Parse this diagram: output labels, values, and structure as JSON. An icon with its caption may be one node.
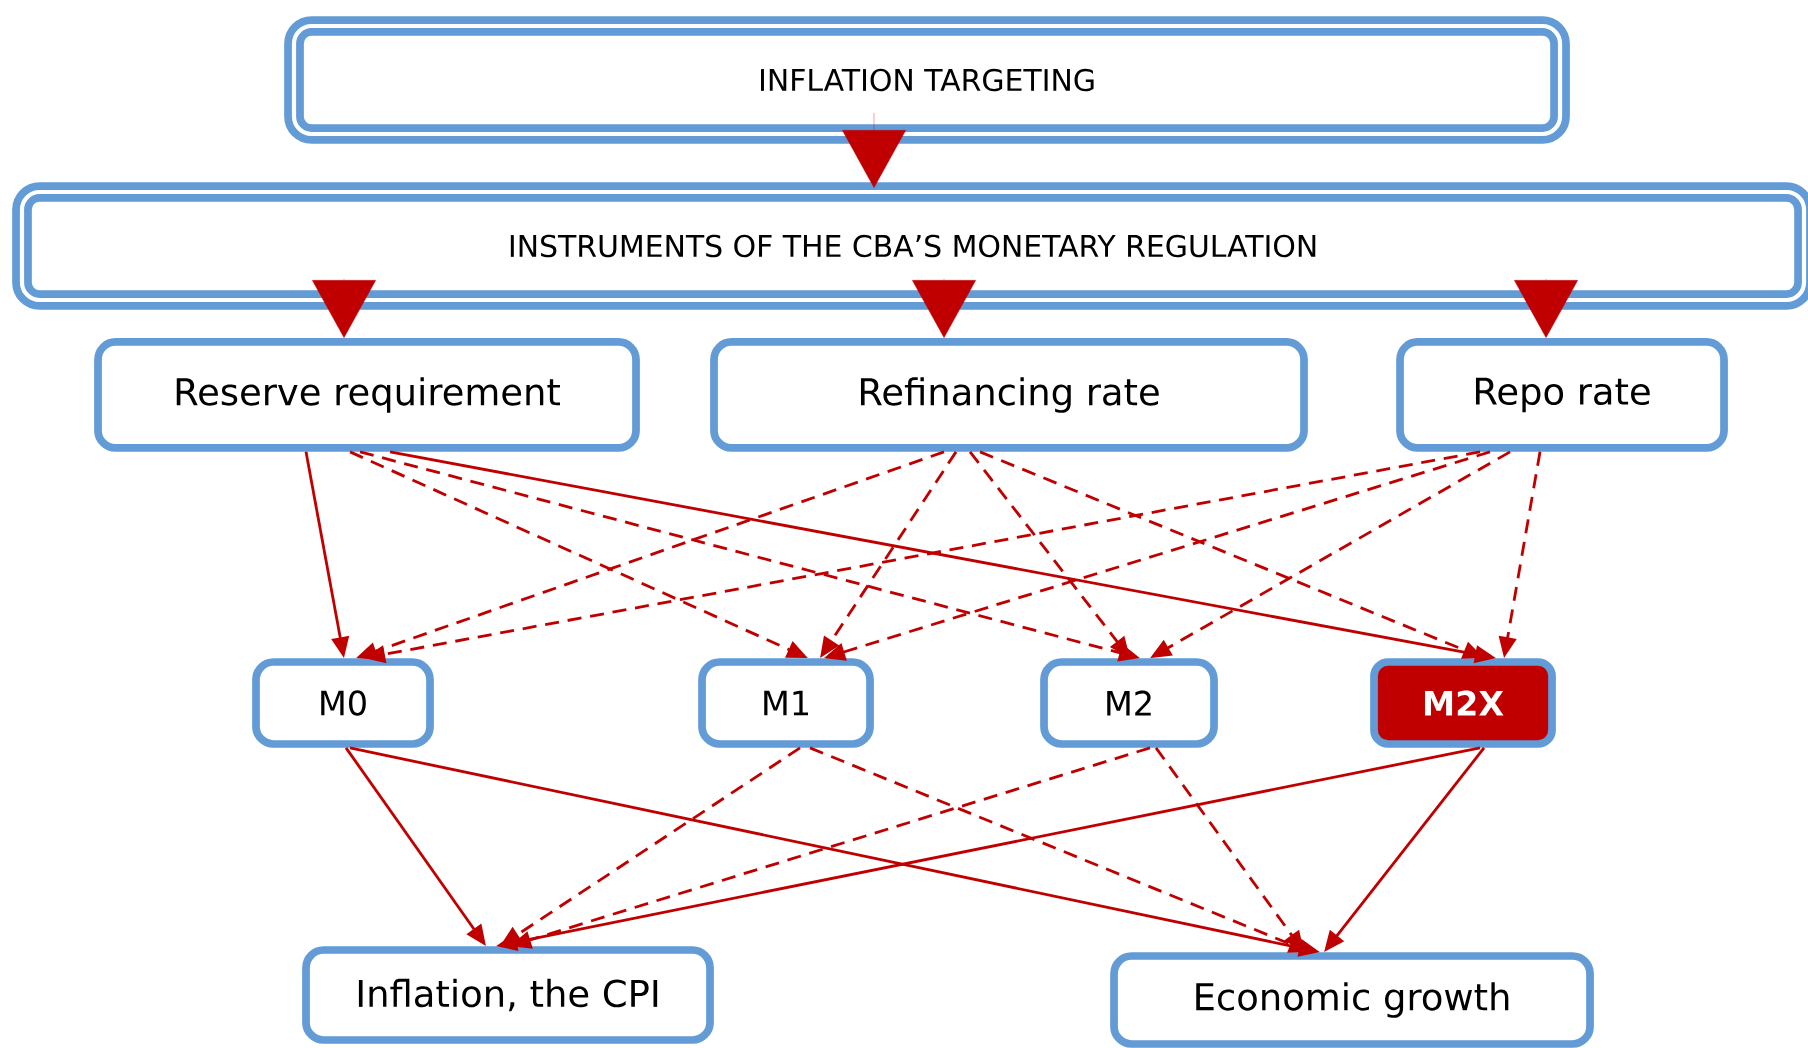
{
  "diagram": {
    "nodes": [
      {
        "text": [
          "INFLATION TARGETING"
        ]
      },
      {
        "text": [
          "INSTRUMENTS OF THE CBA’S MONETARY REGULATION"
        ]
      },
      {
        "text": [
          "Reserve requirement"
        ]
      },
      {
        "text": [
          "Refinancing rate"
        ]
      },
      {
        "text": [
          "Repo rate"
        ]
      },
      {
        "text": [
          "M0"
        ]
      },
      {
        "text": [
          "M1"
        ]
      },
      {
        "text": [
          "M2"
        ]
      },
      {
        "text": [
          "M2X"
        ]
      },
      {
        "text": [
          "Inflation, the CPI"
        ]
      },
      {
        "text": [
          "Economic growth"
        ]
      }
    ],
    "edges": [
      {
        "from": 0,
        "to": 1,
        "arrow": "to"
      },
      {
        "from": 1,
        "to": 2,
        "arrow": "to"
      },
      {
        "from": 1,
        "to": 3,
        "arrow": "to"
      },
      {
        "from": 1,
        "to": 4,
        "arrow": "to"
      },
      {
        "from": 2,
        "to": 5,
        "arrow": "to"
      },
      {
        "from": 2,
        "to": 6,
        "arrow": "to",
        "style": "dashed"
      },
      {
        "from": 2,
        "to": 7,
        "arrow": "to",
        "style": "dashed"
      },
      {
        "from": 2,
        "to": 8,
        "arrow": "to"
      },
      {
        "from": 3,
        "to": 5,
        "arrow": "to",
        "style": "dashed"
      },
      {
        "from": 3,
        "to": 6,
        "arrow": "to",
        "style": "dashed"
      },
      {
        "from": 3,
        "to": 7,
        "arrow": "to",
        "style": "dashed"
      },
      {
        "from": 3,
        "to": 8,
        "arrow": "to",
        "style": "dashed"
      },
      {
        "from": 4,
        "to": 5,
        "arrow": "to",
        "style": "dashed"
      },
      {
        "from": 4,
        "to": 6,
        "arrow": "to",
        "style": "dashed"
      },
      {
        "from": 4,
        "to": 7,
        "arrow": "to",
        "style": "dashed"
      },
      {
        "from": 4,
        "to": 8,
        "arrow": "to",
        "style": "dashed"
      },
      {
        "from": 5,
        "to": 9,
        "arrow": "to"
      },
      {
        "from": 5,
        "to": 10,
        "arrow": "to"
      },
      {
        "from": 6,
        "to": 9,
        "arrow": "to",
        "style": "dashed"
      },
      {
        "from": 6,
        "to": 10,
        "arrow": "to",
        "style": "dashed"
      },
      {
        "from": 7,
        "to": 9,
        "arrow": "to",
        "style": "dashed"
      },
      {
        "from": 7,
        "to": 10,
        "arrow": "to",
        "style": "dashed"
      },
      {
        "from": 8,
        "to": 9,
        "arrow": "to"
      },
      {
        "from": 8,
        "to": 10,
        "arrow": "to"
      }
    ]
  }
}
